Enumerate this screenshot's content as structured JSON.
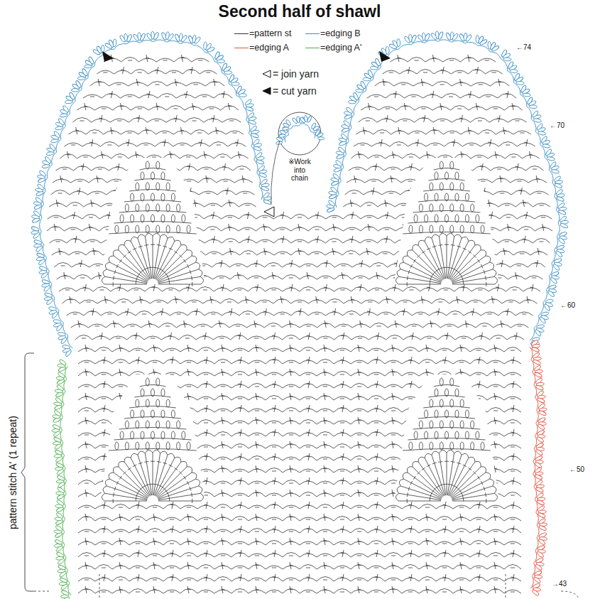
{
  "diagram": {
    "title": "Second half of shawl",
    "labels": [
      "←74",
      "←70",
      "※Work into chain",
      "←60",
      "←50",
      "pattern stitch A' (1 repeat)",
      "→43"
    ],
    "legend": [
      {
        "text": "=pattern st",
        "color": "#333333"
      },
      {
        "text": "=edging B",
        "color": "#3d8fc6"
      },
      {
        "text": "=edging A",
        "color": "#e0533f"
      },
      {
        "text": "=edging A'",
        "color": "#4caf50"
      },
      {
        "text": "= join yarn"
      },
      {
        "text": "= cut yarn"
      }
    ]
  }
}
